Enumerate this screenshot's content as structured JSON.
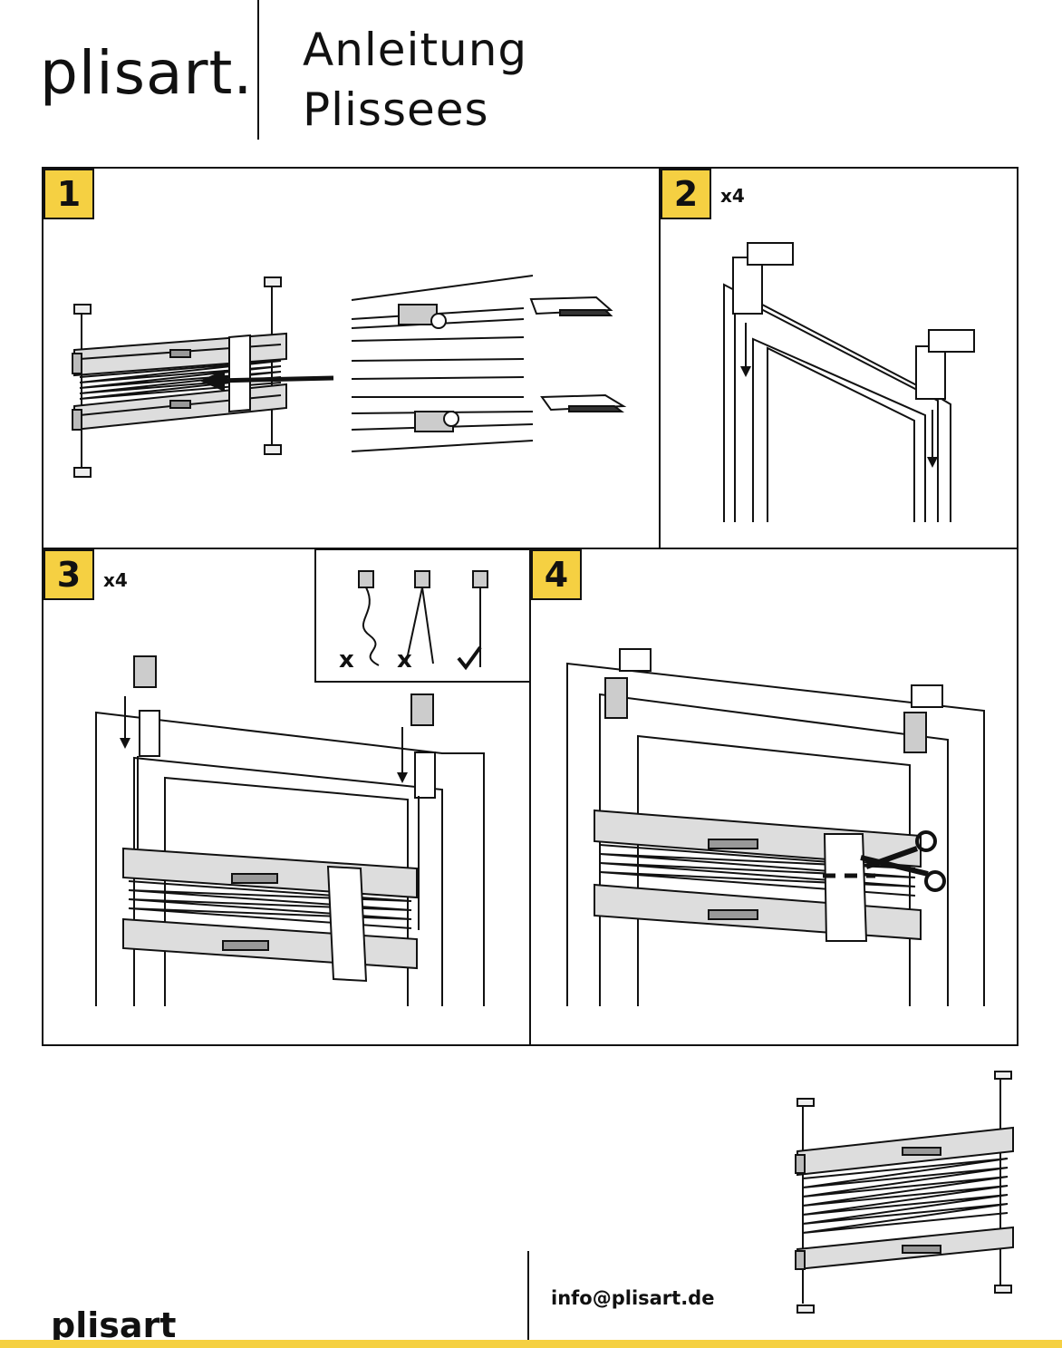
{
  "header": {
    "brand": "plisart",
    "brand_dot": ".",
    "title_line1": "Anleitung",
    "title_line2": "Plissees"
  },
  "steps": [
    {
      "number": "1",
      "multiplier": ""
    },
    {
      "number": "2",
      "multiplier": "x4"
    },
    {
      "number": "3",
      "multiplier": "x4"
    },
    {
      "number": "4",
      "multiplier": ""
    }
  ],
  "footer": {
    "email": "info@plisart.de",
    "brand": "plisart"
  },
  "colors": {
    "accent_yellow": "#f5d042",
    "line": "#111111"
  }
}
